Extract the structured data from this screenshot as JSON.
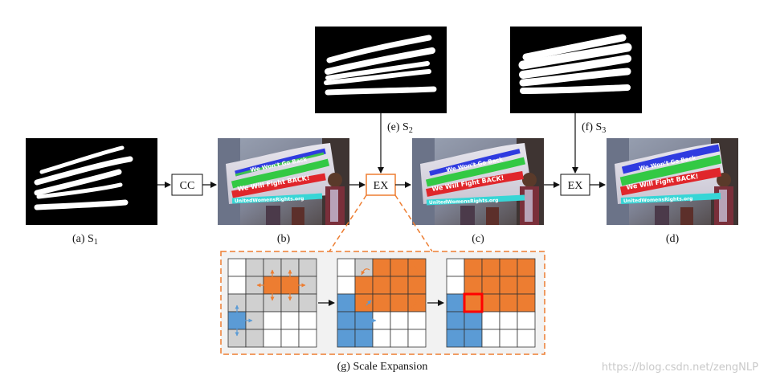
{
  "labels": {
    "a": "(a) S",
    "a_sub": "1",
    "b": "(b)",
    "c": "(c)",
    "d": "(d)",
    "e": "(e) S",
    "e_sub": "2",
    "f": "(f) S",
    "f_sub": "3",
    "g": "(g) Scale Expansion"
  },
  "boxes": {
    "cc": "CC",
    "ex1": "EX",
    "ex2": "EX"
  },
  "banner_text": {
    "line1": "We Won't Go Back",
    "line2": "We Will Fight BACK!",
    "line3": "UnitedWomensRights.org"
  },
  "watermark": "https://blog.csdn.net/zengNLP",
  "colors": {
    "orange": "#ED7D31",
    "blue": "#5B9BD5",
    "gray_cell": "#D0D0D0",
    "red_outline": "#FF0000",
    "dashed": "#ED7D31"
  }
}
